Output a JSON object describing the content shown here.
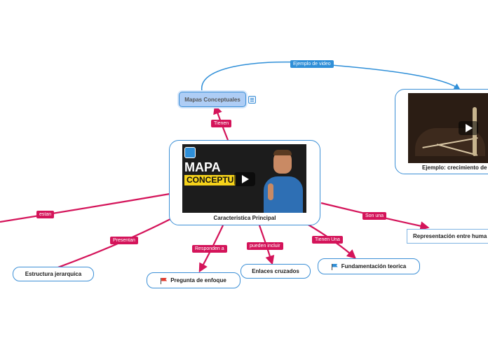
{
  "nodes": {
    "central": "Caracteristica Principal",
    "top": "Mapas Conceptuales",
    "video": "Ejemplo: crecimiento de",
    "estructura": "Estructura jerarquica",
    "pregunta": "Pregunta de enfoque",
    "enlaces": "Enlaces cruzados",
    "fundamentacion": "Fundamentación teorica",
    "representacion": "Representación entre huma"
  },
  "labels": {
    "tienen": "Tienen",
    "ejemplo_video": "Ejemplo de video",
    "estan": "estan",
    "presentan": "Presentan",
    "responden": "Responden a",
    "pueden": "pueden incluir",
    "tienen_una": "Tienen Una",
    "son_una": "Son una"
  },
  "thumbnail": {
    "line1": "MAPA",
    "line2": "CONCEPTU"
  },
  "colors": {
    "red_link": "#d4145a",
    "blue_link": "#2f8fd8",
    "node_border": "#3b8fd6",
    "top_fill": "#aecdf5"
  },
  "icons": {
    "top_note": "notes-icon",
    "thumb_logo": "play-logo-icon",
    "flags": "flag-icon"
  }
}
